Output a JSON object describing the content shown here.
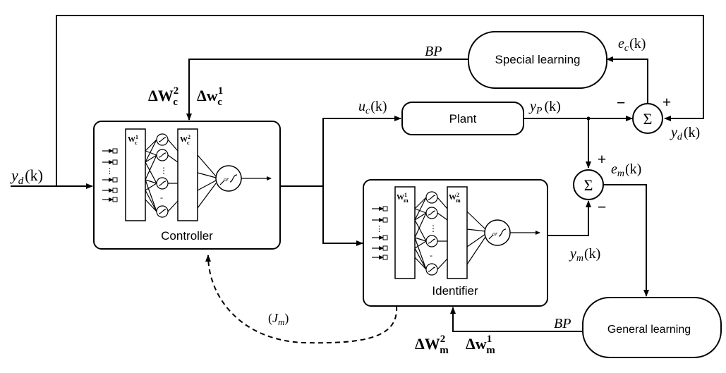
{
  "blocks": {
    "special_learning": "Special learning",
    "plant": "Plant",
    "controller": "Controller",
    "identifier": "Identifier",
    "general_learning": "General learning"
  },
  "signals": {
    "yd_input": {
      "base": "y",
      "sub": "d",
      "arg": "(k)"
    },
    "yd_sum": {
      "base": "y",
      "sub": "d",
      "arg": "(k)"
    },
    "uc": {
      "base": "u",
      "sub": "c",
      "arg": "(k)"
    },
    "yp": {
      "base": "y",
      "sub": "P",
      "arg": "(k)"
    },
    "ec": {
      "base": "e",
      "sub": "c",
      "arg": "(k)"
    },
    "em": {
      "base": "e",
      "sub": "m",
      "arg": "(k)"
    },
    "ym": {
      "base": "y",
      "sub": "m",
      "arg": "(k)"
    },
    "jm": {
      "open": "(",
      "base": "J",
      "sub": "m",
      "close": ")"
    }
  },
  "weights": {
    "dWc2": {
      "delta": "Δ",
      "base": "W",
      "sub": "c",
      "sup": "2"
    },
    "dwc1": {
      "delta": "Δ",
      "base": "w",
      "sub": "c",
      "sup": "1"
    },
    "dWm2": {
      "delta": "Δ",
      "base": "W",
      "sub": "m",
      "sup": "2"
    },
    "dwm1": {
      "delta": "Δ",
      "base": "w",
      "sub": "m",
      "sup": "1"
    }
  },
  "net_labels": {
    "wc1": {
      "base": "W",
      "sub": "c",
      "sup": "1"
    },
    "wc2": {
      "base": "W",
      "sub": "c",
      "sup": "2"
    },
    "wm1": {
      "base": "W",
      "sub": "m",
      "sup": "1"
    },
    "wm2": {
      "base": "W",
      "sub": "m",
      "sup": "2"
    },
    "or_text": "or"
  },
  "bp_top": "BP",
  "bp_bottom": "BP",
  "sum_symbol": "Σ",
  "signs": {
    "top_minus": "−",
    "top_plus": "+",
    "mid_plus": "+",
    "mid_minus": "−"
  }
}
